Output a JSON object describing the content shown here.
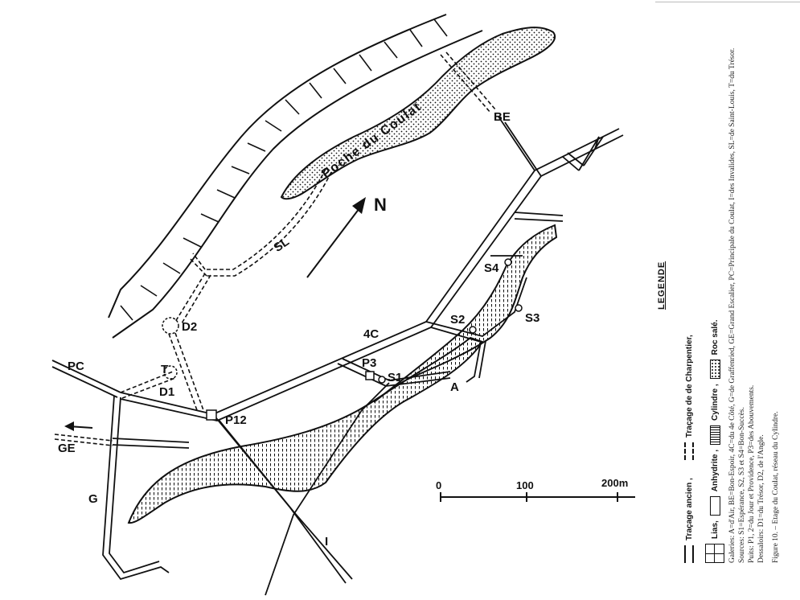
{
  "map": {
    "north_label": "N",
    "labels": {
      "poche": "Poche du Coulat",
      "be": "BE",
      "sl": "SL",
      "d2": "D2",
      "d1": "D1",
      "t": "T",
      "pc": "PC",
      "ge": "GE",
      "g": "G",
      "i": "I",
      "p12": "P12",
      "p3": "P3",
      "s1": "S1",
      "s2": "S2",
      "s3": "S3",
      "s4": "S4",
      "a": "A",
      "c4": "4C"
    },
    "scale": {
      "t0": "0",
      "t100": "100",
      "t200": "200m"
    }
  },
  "legend": {
    "title": "LEGENDE",
    "items": {
      "tracage_ancien": "Traçage ancien ,",
      "tracage_charpentier": "Traçage de de Charpentier,",
      "lias": "Lias,",
      "anhydrite": "Anhydrite ,",
      "cylindre": "Cylindre ,",
      "roc_sale": "Roc salé."
    },
    "notes": {
      "galeries": "Galeries: A=d'Air, BE=Bon-Espoir, 4C=du 4e Côté, G=de Graffenried, GE=Grand Escalier, PC=Principale du Coulat, I=des Invalides, SL=de Saint-Louis, T=du Trésor.",
      "sources": "Sources: S1=Espérance, S2, S3 et S4=Bon-Succès.",
      "puits": "Puits: P1, 2=du Jour et Providence, P3=des Abouvements.",
      "dessaloirs": "Dessaloirs: D1=du Trésor, D2, de l'Angle.",
      "figure": "Figure 10. – Etage du Coulat, réseau du Cylindre."
    }
  },
  "colors": {
    "ink": "#111111",
    "paper": "#ffffff"
  }
}
